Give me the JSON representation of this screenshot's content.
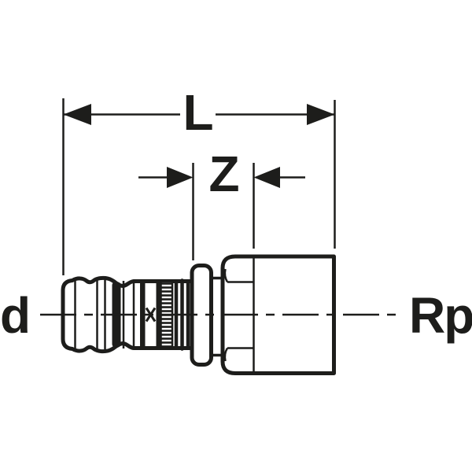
{
  "drawing": {
    "labels": {
      "dim_length": "L",
      "dim_insertion": "Z",
      "left_end": "d",
      "right_end": "Rp"
    },
    "colors": {
      "line": "#1d1d1b",
      "background": "#ffffff"
    }
  }
}
